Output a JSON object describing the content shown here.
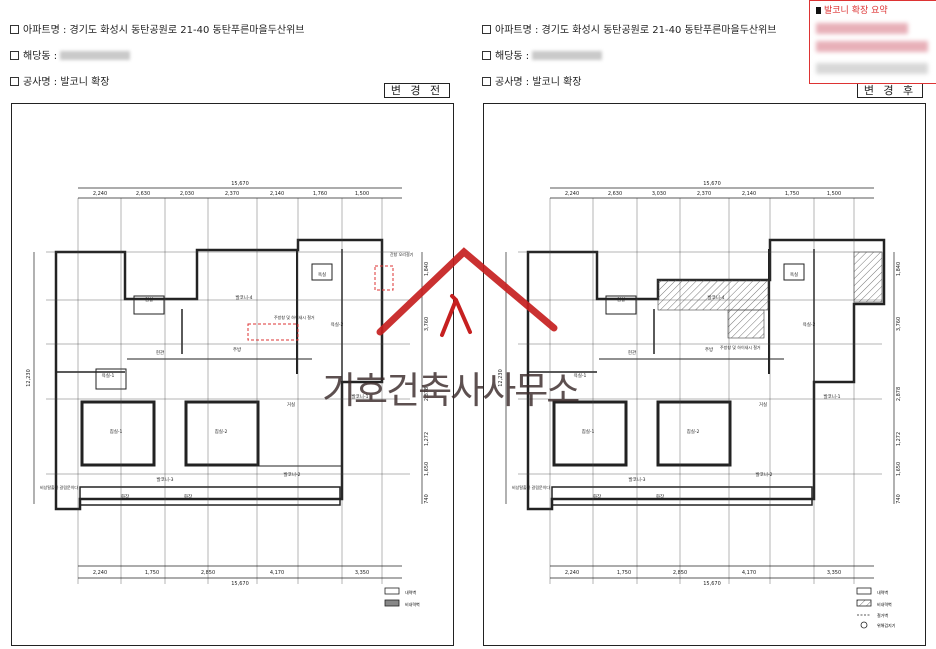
{
  "before": {
    "apartment_label": "아파트명 : 경기도 화성시 동탄공원로 21-40 동탄푸른마을두산위브",
    "unit_label": "해당동 :",
    "work_label": "공사명 : 발코니 확장",
    "stage_tag": "변 경 전",
    "top_dims": [
      "2,240",
      "2,630",
      "2,030",
      "2,370",
      "2,140",
      "1,760",
      "1,500"
    ],
    "top_total": "15,670",
    "bottom_dims": [
      "2,240",
      "1,750",
      "2,850",
      "4,170",
      "3,350"
    ],
    "bottom_total": "15,670",
    "left_total": "12,230",
    "right_dims": [
      "1,840",
      "3,760",
      "2,878",
      "1,272",
      "1,650",
      "740"
    ],
    "rooms": [
      "침실",
      "현관",
      "주방",
      "욕실",
      "욕실-1",
      "욕실-2",
      "침실-1",
      "침실-2",
      "거실",
      "발코니-1",
      "발코니-2",
      "발코니-3",
      "발코니-4",
      "화장",
      "화장"
    ],
    "notes": [
      "주방창 및 하이새시 철거",
      "간창 오리걸기",
      "비상탈출용 갈림문이다"
    ],
    "legend": [
      "내력벽",
      "비내력벽"
    ]
  },
  "after": {
    "apartment_label": "아파트명 : 경기도 화성시 동탄공원로 21-40 동탄푸른마을두산위브",
    "unit_label": "해당동 :",
    "work_label": "공사명 : 발코니 확장",
    "stage_tag": "변 경 후",
    "top_dims": [
      "2,240",
      "2,630",
      "3,030",
      "2,370",
      "2,140",
      "1,750",
      "1,500"
    ],
    "top_total": "15,670",
    "bottom_dims": [
      "2,240",
      "1,750",
      "2,850",
      "4,170",
      "3,350"
    ],
    "bottom_total": "15,670",
    "left_total": "12,230",
    "right_dims": [
      "1,840",
      "3,760",
      "2,878",
      "1,272",
      "1,650",
      "740"
    ],
    "rooms": [
      "침실",
      "현관",
      "주방",
      "욕실",
      "욕실-1",
      "욕실-2",
      "침실-1",
      "침실-2",
      "거실",
      "발코니-1",
      "발코니-2",
      "발코니-3",
      "발코니-4",
      "화장",
      "화장"
    ],
    "notes": [
      "주방창 및 하이새시 철거",
      "비상탈출용 갈림문이다"
    ],
    "legend": [
      "내력벽",
      "비내력벽",
      "철거벽",
      "위해검지기"
    ]
  },
  "summary": {
    "title": "발코니 확장 요약"
  },
  "watermark": "기호건축사사무소",
  "colors": {
    "accent": "#d33333",
    "line": "#222222",
    "hatch": "#555555"
  }
}
